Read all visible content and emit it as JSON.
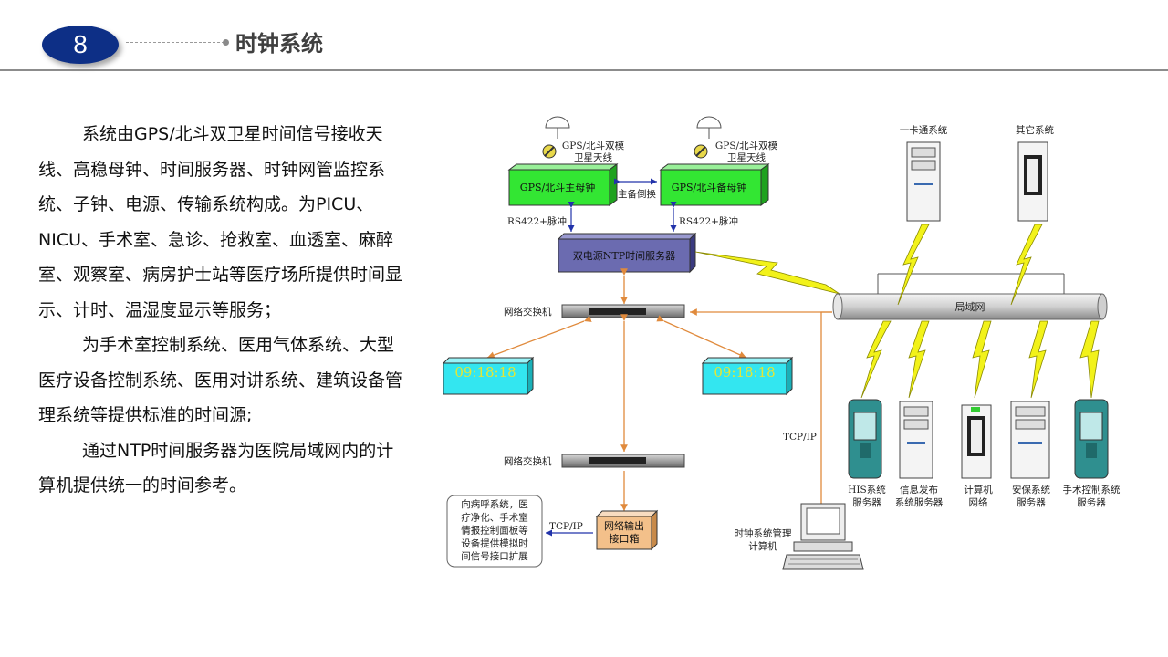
{
  "header": {
    "number": "8",
    "title": "时钟系统"
  },
  "body": {
    "paragraphs": [
      "系统由GPS/北斗双卫星时间信号接收天线、高稳母钟、时间服务器、时钟网管监控系统、子钟、电源、传输系统构成。为PICU、NICU、手术室、急诊、抢救室、血透室、麻醉室、观察室、病房护士站等医疗场所提供时间显示、计时、温湿度显示等服务；",
      "为手术室控制系统、医用气体系统、大型医疗设备控制系统、医用对讲系统、建筑设备管理系统等提供标准的时间源;",
      "通过NTP时间服务器为医院局域网内的计算机提供统一的时间参考。"
    ]
  },
  "diagram": {
    "antenna_left": "GPS/北斗双模\n卫星天线",
    "antenna_right": "GPS/北斗双模\n卫星天线",
    "master_clock": "GPS/北斗主母钟",
    "backup_clock": "GPS/北斗备母钟",
    "switchover": "主备倒换",
    "rs422_left": "RS422+脉冲",
    "rs422_right": "RS422+脉冲",
    "ntp_server": "双电源NTP时间服务器",
    "switch_top": "网络交换机",
    "switch_bottom": "网络交换机",
    "clock_left": "09:18:18",
    "clock_right": "09:18:18",
    "lan": "局域网",
    "card_system": "一卡通系统",
    "other_system": "其它系统",
    "tcpip_right": "TCP/IP",
    "tcpip_left": "TCP/IP",
    "output_box": "网络输出\n接口箱",
    "note": "向病呼系统，医\n疗净化、手术室\n情报控制面板等\n设备提供模拟时\n间信号接口扩展",
    "mgmt_pc": "时钟系统管理\n计算机",
    "servers": [
      "HIS系统\n服务器",
      "信息发布\n系统服务器",
      "计算机\n网络",
      "安保系统\n服务器",
      "手术控制系统\n服务器"
    ],
    "colors": {
      "clock_green": "#33e633",
      "ntp_purple": "#6b6bb0",
      "clock_cyan": "#33e6f0",
      "clock_text": "#e6e633",
      "bolt": "#f2f21a",
      "arrow": "#e08a3c"
    }
  }
}
